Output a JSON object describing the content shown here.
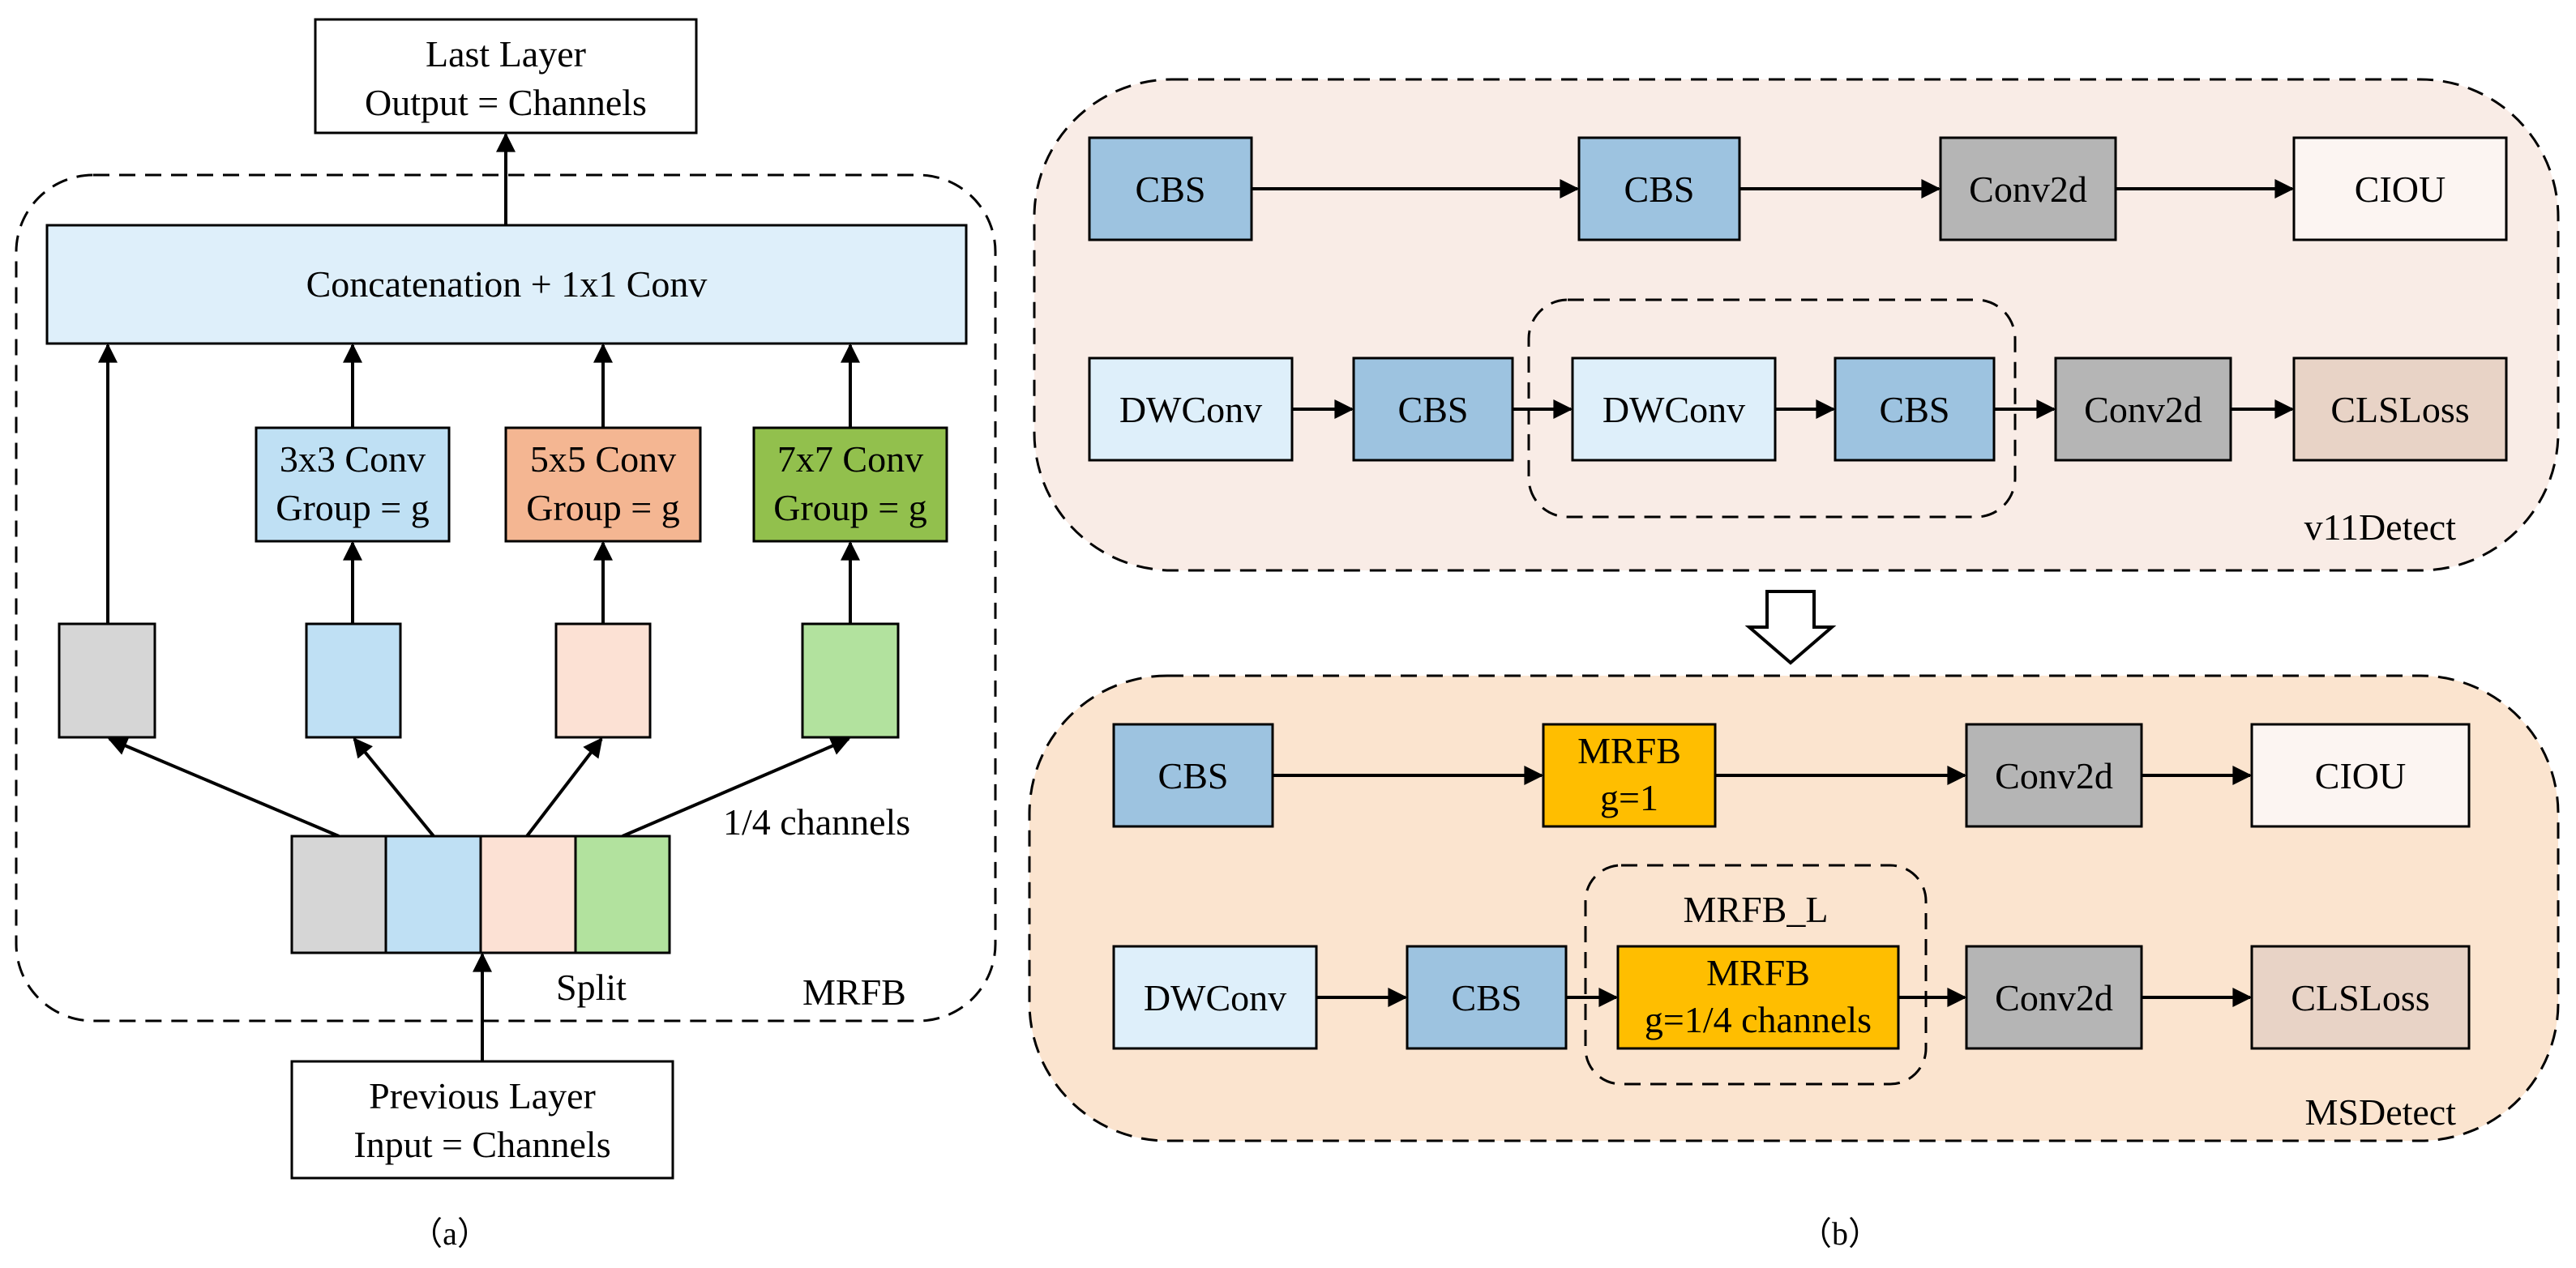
{
  "colors": {
    "blue": "#9dc3e0",
    "lightblue": "#deeffa",
    "cyan": "#bfe0f4",
    "gray": "#d6d6d6",
    "darkgray": "#b5b5b5",
    "peach": "#fce1d4",
    "salmon": "#f4b692",
    "lightgreen": "#b2e29e",
    "green": "#92c04d",
    "gold": "#ffbe00",
    "tan": "#e8d3c6",
    "pinkbg": "#f9ece6",
    "orangebg": "#fbe4cf",
    "white_box": "#fcf5f2"
  },
  "panel_a": {
    "last_layer": [
      "Last Layer",
      "Output = Channels"
    ],
    "concat": "Concatenation + 1x1 Conv",
    "conv3": [
      "3x3 Conv",
      "Group = g"
    ],
    "conv5": [
      "5x5 Conv",
      "Group = g"
    ],
    "conv7": [
      "7x7 Conv",
      "Group = g"
    ],
    "quarter_channels": "1/4 channels",
    "split": "Split",
    "mrfb": "MRFB",
    "previous_layer": [
      "Previous Layer",
      "Input = Channels"
    ],
    "caption": "（a）"
  },
  "panel_b": {
    "top_row1": [
      "CBS",
      "CBS",
      "Conv2d",
      "CIOU"
    ],
    "top_row2": [
      "DWConv",
      "CBS",
      "DWConv",
      "CBS",
      "Conv2d",
      "CLSLoss"
    ],
    "v11detect": "v11Detect",
    "bottom_row1": {
      "cbs": "CBS",
      "mrfb": [
        "MRFB",
        "g=1"
      ],
      "conv2d": "Conv2d",
      "ciou": "CIOU"
    },
    "mrfb_l": "MRFB_L",
    "bottom_row2": {
      "dwconv": "DWConv",
      "cbs": "CBS",
      "mrfb": [
        "MRFB",
        "g=1/4 channels"
      ],
      "conv2d": "Conv2d",
      "clsloss": "CLSLoss"
    },
    "msdetect": "MSDetect",
    "caption": "（b）"
  }
}
